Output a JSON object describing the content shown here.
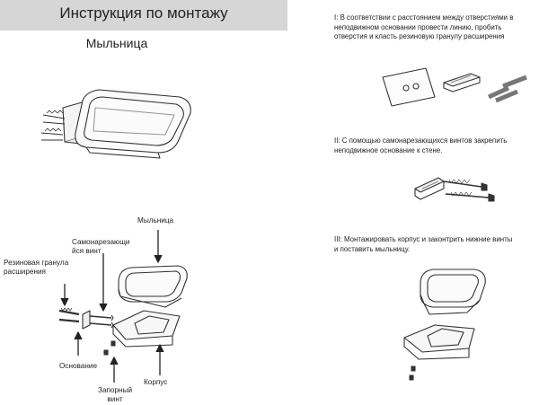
{
  "header": {
    "title": "Инструкция по монтажу"
  },
  "subtitle": "Мыльница",
  "labels": {
    "soap_dish": "Мыльница",
    "self_tapping_screw": "Самонарезающи\nйся винт",
    "rubber_plug": "Резиновая гранула\nрасширения",
    "base": "Основание",
    "locking_screw": "Запорный\nвинт",
    "body": "Корпус"
  },
  "steps": [
    {
      "text": "I: В соответствии с расстоянием между отверстиями в\nнеподвижном основании провести линию, пробить\nотверстия и класть резиновую гранулу расширения"
    },
    {
      "text": "II: С помощью самонарезающихся винтов закрепить\nнеподвижное основание к стене."
    },
    {
      "text": "III: Монтажировать корпус и законтрить нижние винты\nи поставить мыльницу."
    }
  ]
}
